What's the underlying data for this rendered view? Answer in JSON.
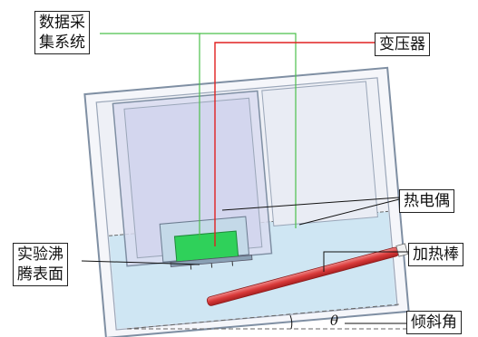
{
  "labels": {
    "data_acquisition": [
      "数据采",
      "集系统"
    ],
    "transformer": "变压器",
    "thermocouple": "热电偶",
    "heating_rod": "加热棒",
    "boiling_surface": [
      "实验沸",
      "腾表面"
    ],
    "tilt_angle": "倾斜角",
    "theta": "θ"
  },
  "colors": {
    "water": "#cfe6f3",
    "frame": "#7f8fa3",
    "inner_box": "#d9dcf0",
    "test_surface": "#2fd15a",
    "heating_rod": "#e04a4a",
    "wire_red": "#e02020",
    "wire_green": "#4cc04c",
    "leader": "#111111"
  }
}
